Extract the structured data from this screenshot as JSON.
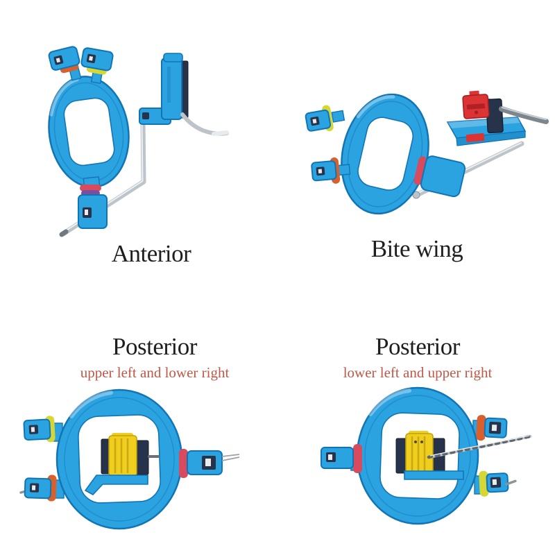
{
  "panels": [
    {
      "title": "Anterior"
    },
    {
      "title": "Bite wing"
    },
    {
      "title": "Posterior",
      "subtitle": "upper left and lower right"
    },
    {
      "title": "Posterior",
      "subtitle": "lower left and upper right"
    }
  ],
  "palette": {
    "background": "#FFFFFF",
    "label_color": "#1E1E1E",
    "sublabel_color": "#C05848",
    "device_blue": "#2BA3E0",
    "device_blue_mid": "#2390CE",
    "device_blue_dark": "#1174B5",
    "film_navy": "#26334A",
    "bite_block_yellow": "#F0CE1E",
    "bite_block_yellow_dark": "#C19F12",
    "band_yellow_green": "#D5D834",
    "band_orange": "#D95F2C",
    "band_red": "#D84A5E",
    "band_purple": "#7B4FA0",
    "clamp_red": "#DC3434",
    "clamp_red_dark": "#A81E24",
    "metal_grey": "#BCC3C9",
    "metal_grey_light": "#EDF0F2",
    "cable_grey_dark": "#7D858D"
  }
}
